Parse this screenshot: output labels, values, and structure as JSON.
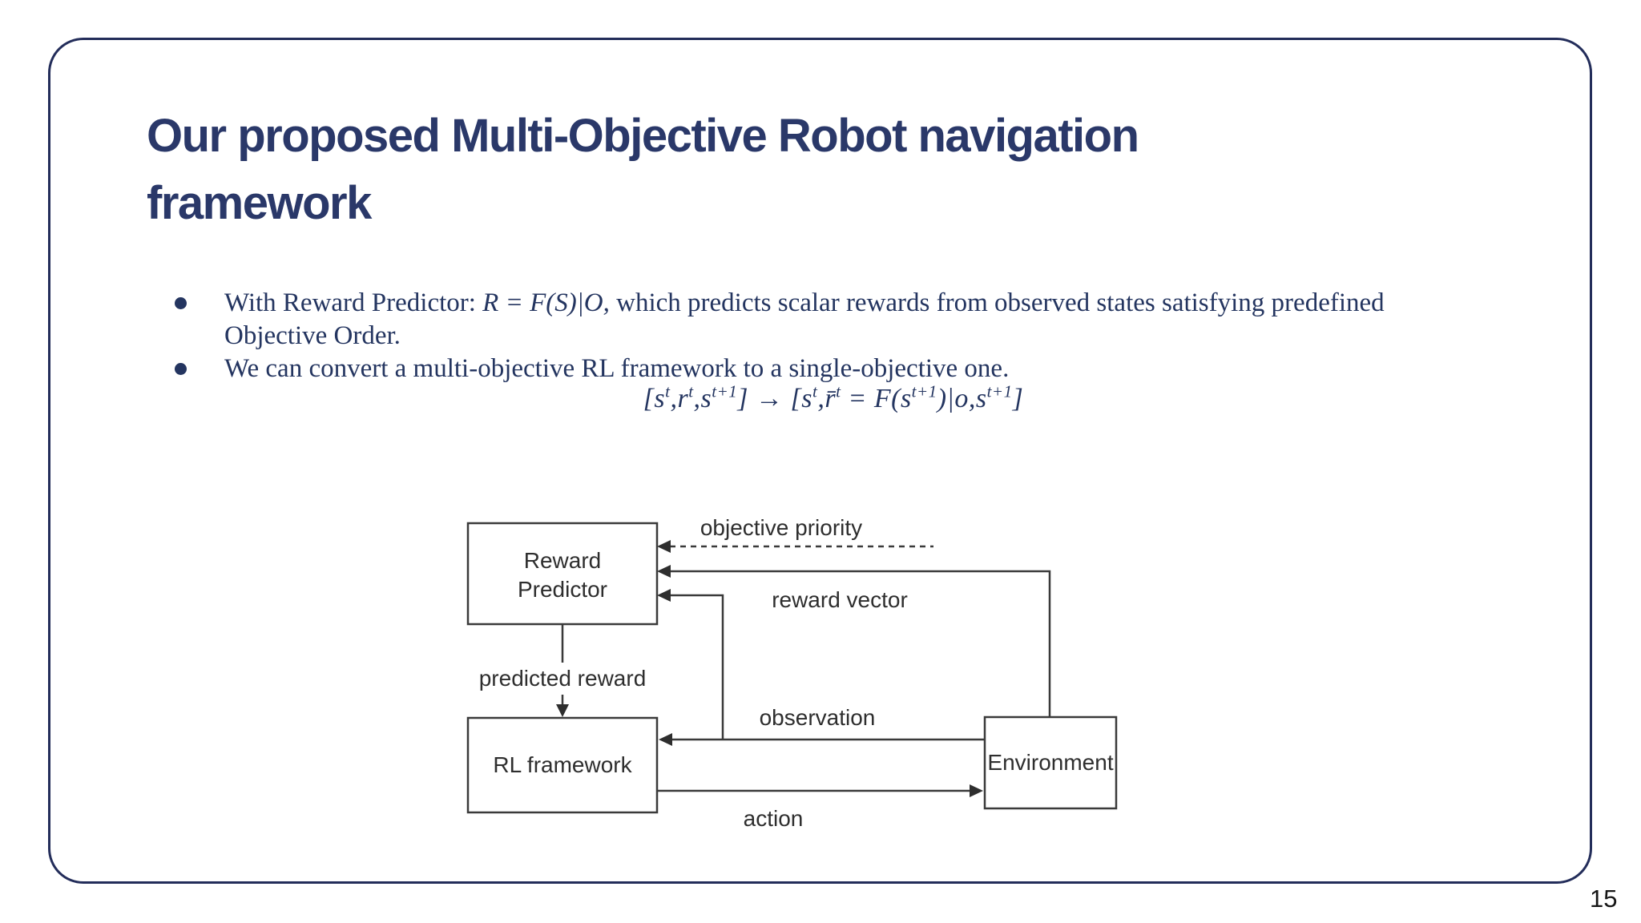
{
  "slide": {
    "title": "Our proposed Multi-Objective Robot navigation framework",
    "page_number": "15",
    "accent_color": "#2a3869",
    "border_color": "#232d5a"
  },
  "bullets": [
    {
      "pre": "With Reward Predictor: ",
      "math": "R = F(S)|O,",
      "post": " which predicts scalar rewards from observed states satisfying predefined Objective Order."
    },
    {
      "pre": "We can convert a multi-objective RL framework to a single-objective one.",
      "math": "",
      "post": ""
    }
  ],
  "formula": {
    "segments": [
      {
        "t": "[s"
      },
      {
        "t": "t",
        "sup": true
      },
      {
        "t": ","
      },
      {
        "t": "r"
      },
      {
        "t": "t",
        "sup": true
      },
      {
        "t": ","
      },
      {
        "t": "s"
      },
      {
        "t": "t+1",
        "sup": true
      },
      {
        "t": "]  →  [s"
      },
      {
        "t": "t",
        "sup": true
      },
      {
        "t": ","
      },
      {
        "t": "r̄"
      },
      {
        "t": "t",
        "sup": true
      },
      {
        "t": " = F(s"
      },
      {
        "t": "t+1",
        "sup": true
      },
      {
        "t": ")|o,s"
      },
      {
        "t": "t+1",
        "sup": true
      },
      {
        "t": "]"
      }
    ]
  },
  "diagram": {
    "boxes": [
      {
        "id": "reward-predictor",
        "lines": [
          "Reward",
          "Predictor"
        ]
      },
      {
        "id": "rl-framework",
        "lines": [
          "RL framework"
        ]
      },
      {
        "id": "environment",
        "lines": [
          "Environment"
        ]
      }
    ],
    "labels": {
      "objective_priority": "objective priority",
      "reward_vector": "reward vector",
      "observation": "observation",
      "action": "action",
      "predicted_reward": "predicted reward"
    },
    "stroke_color": "#3a3a3a"
  }
}
